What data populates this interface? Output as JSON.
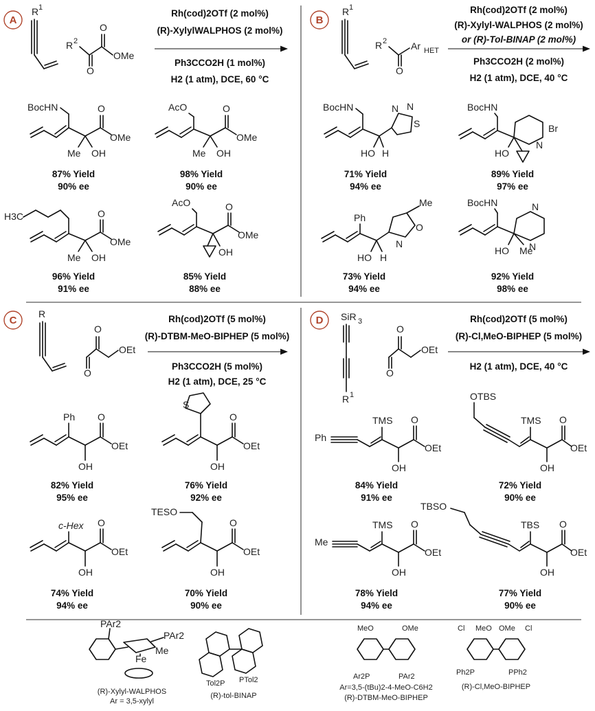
{
  "panels": {
    "A": {
      "letter": "A",
      "substrate_labels": [
        "R",
        "1",
        "R",
        "2",
        "O",
        "O",
        "OMe"
      ],
      "conditions": [
        "Rh(cod)2OTf (2 mol%)",
        "(R)-XylylWALPHOS (2 mol%)",
        "Ph3CCO2H (1 mol%)",
        "H2 (1 atm), DCE, 60 °C"
      ],
      "products": [
        {
          "atoms": [
            "BocHN",
            "O",
            "OMe",
            "Me",
            "OH"
          ],
          "yield": "87% Yield",
          "ee": "90% ee"
        },
        {
          "atoms": [
            "AcO",
            "O",
            "OMe",
            "Me",
            "OH"
          ],
          "yield": "98% Yield",
          "ee": "90% ee"
        },
        {
          "atoms": [
            "H3C",
            "O",
            "OMe",
            "Me",
            "OH"
          ],
          "yield": "96% Yield",
          "ee": "91% ee"
        },
        {
          "atoms": [
            "AcO",
            "O",
            "OMe",
            "OH"
          ],
          "yield": "85% Yield",
          "ee": "88% ee"
        }
      ]
    },
    "B": {
      "letter": "B",
      "substrate_labels": [
        "R",
        "1",
        "R",
        "2",
        "Ar",
        "HET",
        "O"
      ],
      "conditions": [
        "Rh(cod)2OTf (2 mol%)",
        "(R)-Xylyl-WALPHOS (2 mol%)",
        "or (R)-Tol-BINAP (2 mol%)",
        "Ph3CCO2H (2 mol%)",
        "H2 (1 atm), DCE, 40 °C"
      ],
      "products": [
        {
          "atoms": [
            "BocHN",
            "N",
            "N",
            "S",
            "HO",
            "H"
          ],
          "yield": "71% Yield",
          "ee": "94% ee"
        },
        {
          "atoms": [
            "BocHN",
            "N",
            "Br",
            "HO"
          ],
          "yield": "89% Yield",
          "ee": "97% ee"
        },
        {
          "atoms": [
            "Ph",
            "Me",
            "N",
            "O",
            "HO",
            "H"
          ],
          "yield": "73% Yield",
          "ee": "94% ee"
        },
        {
          "atoms": [
            "BocHN",
            "N",
            "N",
            "HO",
            "Me"
          ],
          "yield": "92% Yield",
          "ee": "98% ee"
        }
      ]
    },
    "C": {
      "letter": "C",
      "substrate_labels": [
        "R",
        "O",
        "O",
        "OEt"
      ],
      "conditions": [
        "Rh(cod)2OTf (5 mol%)",
        "(R)-DTBM-MeO-BIPHEP (5 mol%)",
        "Ph3CCO2H (5 mol%)",
        "H2 (1 atm), DCE, 25 °C"
      ],
      "products": [
        {
          "atoms": [
            "Ph",
            "O",
            "OEt",
            "OH"
          ],
          "yield": "82% Yield",
          "ee": "95% ee"
        },
        {
          "atoms": [
            "S",
            "O",
            "OEt",
            "OH"
          ],
          "yield": "76% Yield",
          "ee": "92% ee"
        },
        {
          "atoms": [
            "c-Hex",
            "O",
            "OEt",
            "OH"
          ],
          "yield": "74% Yield",
          "ee": "94% ee"
        },
        {
          "atoms": [
            "TESO",
            "O",
            "OEt",
            "OH"
          ],
          "yield": "70% Yield",
          "ee": "90% ee"
        }
      ]
    },
    "D": {
      "letter": "D",
      "substrate_labels": [
        "SiR",
        "3",
        "R",
        "1",
        "O",
        "O",
        "OEt"
      ],
      "conditions": [
        "Rh(cod)2OTf (5 mol%)",
        "(R)-Cl,MeO-BIPHEP (5 mol%)",
        "H2 (1 atm), DCE, 40 °C"
      ],
      "products": [
        {
          "atoms": [
            "Ph",
            "TMS",
            "O",
            "OEt",
            "OH"
          ],
          "yield": "84% Yield",
          "ee": "91% ee"
        },
        {
          "atoms": [
            "OTBS",
            "TMS",
            "O",
            "OEt",
            "OH"
          ],
          "yield": "72% Yield",
          "ee": "90% ee"
        },
        {
          "atoms": [
            "Me",
            "TMS",
            "O",
            "OEt",
            "OH"
          ],
          "yield": "78% Yield",
          "ee": "94% ee"
        },
        {
          "atoms": [
            "TBSO",
            "TBS",
            "O",
            "OEt",
            "OH"
          ],
          "yield": "77% Yield",
          "ee": "90% ee"
        }
      ]
    }
  },
  "ligands": [
    {
      "atoms": [
        "PAr2",
        "PAr2",
        "Fe",
        "Me"
      ],
      "name": "(R)-Xylyl-WALPHOS",
      "note": "Ar = 3,5-xylyl"
    },
    {
      "atoms": [
        "Tol2P",
        "PTol2"
      ],
      "name": "(R)-tol-BINAP",
      "note": ""
    },
    {
      "atoms": [
        "MeO",
        "OMe",
        "Ar2P",
        "PAr2"
      ],
      "name": "(R)-DTBM-MeO-BIPHEP",
      "note": "Ar=3,5-(tBu)2-4-MeO-C6H2"
    },
    {
      "atoms": [
        "Cl",
        "MeO",
        "OMe",
        "Cl",
        "Ph2P",
        "PPh2"
      ],
      "name": "(R)-Cl,MeO-BIPHEP",
      "note": ""
    }
  ]
}
